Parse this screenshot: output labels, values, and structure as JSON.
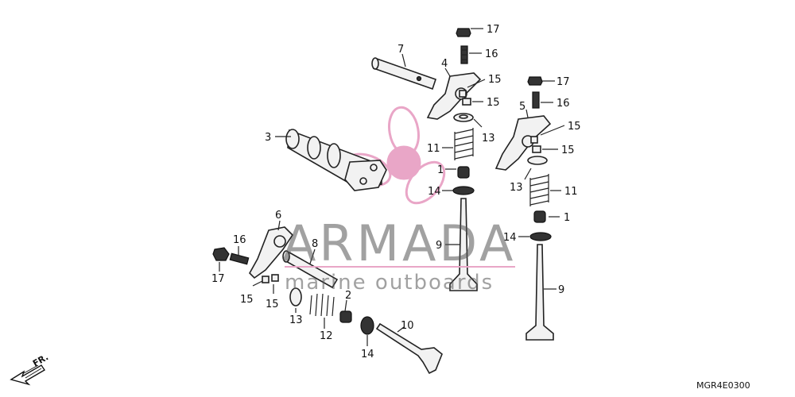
{
  "watermark": {
    "brand": "ARMADA",
    "tagline": "marine outboards",
    "logo_color": "#e9a6c7"
  },
  "diagram_code": "MGR4E0300",
  "front_marker": "FR.",
  "callouts": {
    "c17a": "17",
    "c16a": "16",
    "c7": "7",
    "c4": "4",
    "c15a": "15",
    "c15b": "15",
    "c17b": "17",
    "c16b": "16",
    "c5": "5",
    "c15c": "15",
    "c15d": "15",
    "c3": "3",
    "c13a": "13",
    "c11a": "11",
    "c1a": "1",
    "c14a": "14",
    "c13b": "13",
    "c11b": "11",
    "c1b": "1",
    "c14b": "14",
    "c6": "6",
    "c16c": "16",
    "c8": "8",
    "c9a": "9",
    "c9b": "9",
    "c17c": "17",
    "c15e": "15",
    "c15f": "15",
    "c13c": "13",
    "c2": "2",
    "c12": "12",
    "c14c": "14",
    "c10": "10"
  }
}
